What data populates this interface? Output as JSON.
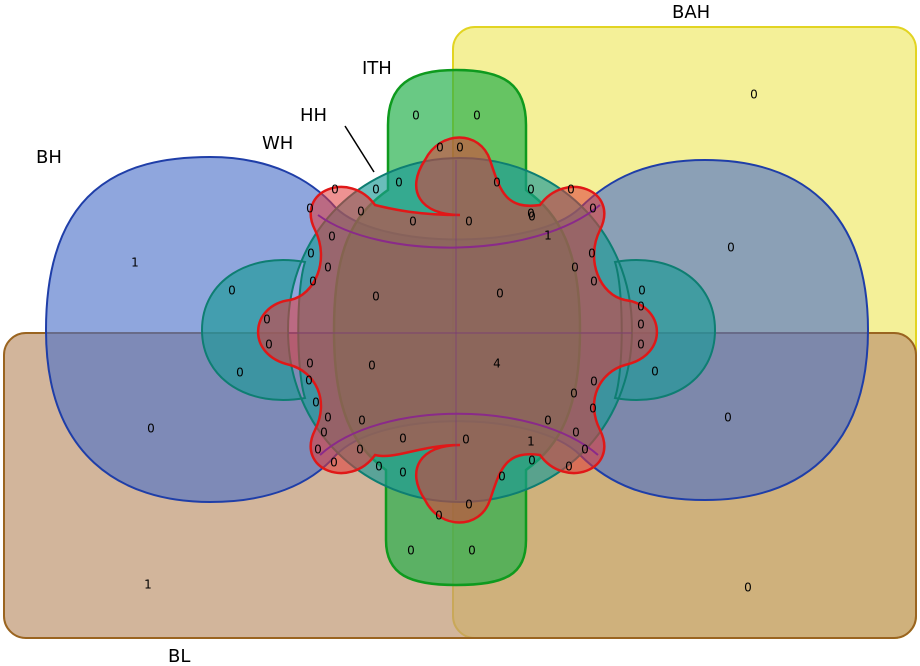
{
  "sets": {
    "bah": {
      "label": "BAH",
      "color": "#f0ea70"
    },
    "bl": {
      "label": "BL",
      "color": "#c8a47c"
    },
    "bh": {
      "label": "BH",
      "color": "#4a70c8"
    },
    "ith": {
      "label": "ITH",
      "color": "#22b04a"
    },
    "hh": {
      "label": "HH",
      "color": "#1a9a96"
    },
    "wh": {
      "label": "WH",
      "color": "#e03838"
    }
  },
  "counts": [
    "1",
    "0",
    "1",
    "0",
    "0",
    "0",
    "0",
    "0",
    "0",
    "0",
    "0",
    "0",
    "0",
    "0",
    "0",
    "0",
    "0",
    "0",
    "1",
    "0",
    "0",
    "0",
    "0",
    "0",
    "0",
    "0",
    "0",
    "0",
    "0",
    "0",
    "0",
    "0",
    "0",
    "0",
    "0",
    "0",
    "0",
    "0",
    "0",
    "0",
    "0",
    "0",
    "0",
    "0",
    "0",
    "0",
    "0",
    "0",
    "0",
    "0",
    "0",
    "0",
    "0",
    "0",
    "0",
    "0",
    "4",
    "0",
    "0",
    "0",
    "0",
    "0",
    "0",
    "0",
    "0",
    "1",
    "0",
    "0",
    "0",
    "0",
    "0",
    "0"
  ]
}
